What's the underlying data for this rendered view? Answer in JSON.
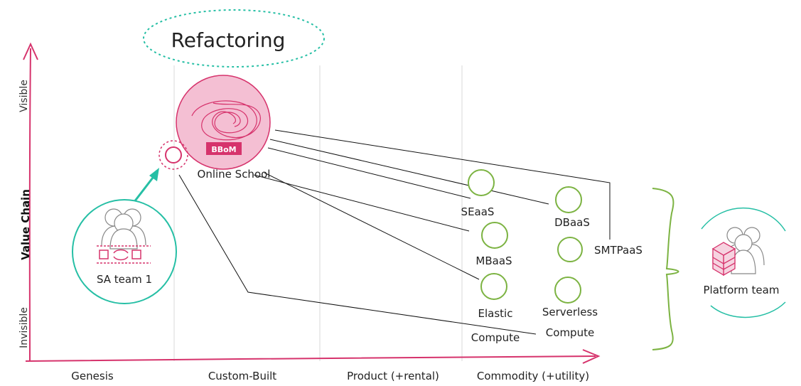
{
  "title_bubble": "Refactoring",
  "axis": {
    "y_title": "Value Chain",
    "y_top": "Visible",
    "y_bottom": "Invisible"
  },
  "stages": [
    "Genesis",
    "Custom-Built",
    "Product (+rental)",
    "Commodity (+utility)"
  ],
  "online_school": {
    "label": "Online School",
    "badge": "BBoM"
  },
  "components": {
    "seaas": "SEaaS",
    "dbaas": "DBaaS",
    "mbaas": "MBaaS",
    "smtpaas": "SMTPaaS",
    "elastic_line1": "Elastic",
    "elastic_line2": "Compute",
    "serverless_line1": "Serverless",
    "serverless_line2": "Compute"
  },
  "teams": {
    "sa_team": "SA team 1",
    "platform_team": "Platform team"
  },
  "colors": {
    "axis": "#d6336c",
    "blob_fill": "#f4bfd3",
    "component": "#7cb342",
    "team_ring": "#26bfa5",
    "bubble": "#26bfa5",
    "grid": "#d9d9d9"
  }
}
